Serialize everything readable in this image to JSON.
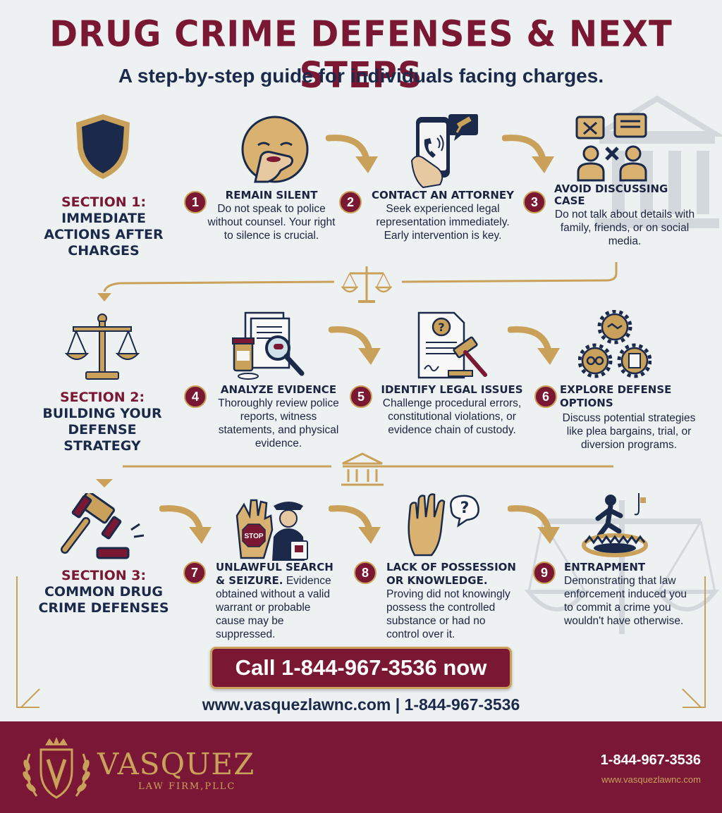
{
  "title": "DRUG CRIME DEFENSES & NEXT STEPS",
  "subtitle": "A step-by-step guide for individuals facing charges.",
  "sections": [
    {
      "number": "SECTION 1:",
      "name": "IMMEDIATE ACTIONS AFTER CHARGES"
    },
    {
      "number": "SECTION 2:",
      "name": "BUILDING YOUR DEFENSE STRATEGY"
    },
    {
      "number": "SECTION 3:",
      "name": "COMMON DRUG CRIME DEFENSES"
    }
  ],
  "steps": [
    {
      "num": "1",
      "title": "REMAIN SILENT",
      "body": "Do not speak to police without counsel. Your right to silence is crucial."
    },
    {
      "num": "2",
      "title": "CONTACT AN ATTORNEY",
      "body": "Seek experienced legal representation immediately. Early intervention is key."
    },
    {
      "num": "3",
      "title": "AVOID DISCUSSING CASE",
      "body": "Do not talk about details with family, friends, or on social media."
    },
    {
      "num": "4",
      "title": "ANALYZE EVIDENCE",
      "body": "Thoroughly review police reports, witness statements, and physical evidence."
    },
    {
      "num": "5",
      "title": "IDENTIFY LEGAL ISSUES",
      "body": "Challenge procedural errors, constitutional violations, or evidence chain of custody."
    },
    {
      "num": "6",
      "title": "EXPLORE DEFENSE OPTIONS",
      "body": "Discuss potential strategies like plea bargains, trial, or diversion programs."
    },
    {
      "num": "7",
      "title": "UNLAWFUL SEARCH & SEIZURE.",
      "body": "Evidence obtained without a valid warrant or probable cause may be suppressed."
    },
    {
      "num": "8",
      "title": "LACK OF POSSESSION OR KNOWLEDGE.",
      "body": "Proving did not knowingly possess the controlled substance or had no control over it."
    },
    {
      "num": "9",
      "title": "ENTRAPMENT",
      "body": "Demonstrating that law enforcement induced you to commit a crime you wouldn't have otherwise."
    }
  ],
  "stop_sign_text": "STOP",
  "cta": {
    "label": "Call 1-844-967-3536 now"
  },
  "contact_line": "www.vasquezlawnc.com | 1-844-967-3536",
  "footer": {
    "brand": "VASQUEZ",
    "brand_sub": "LAW FIRM,PLLC",
    "phone": "1-844-967-3536",
    "url": "www.vasquezlawnc.com"
  },
  "colors": {
    "burgundy": "#7a1732",
    "navy": "#1b2a4a",
    "gold": "#c9a15a",
    "background": "#eef1f2"
  },
  "icons": [
    "shield-icon",
    "silence-icon",
    "phone-icon",
    "no-discussion-icon",
    "scales-icon",
    "evidence-icon",
    "legal-document-icon",
    "gears-icon",
    "gavel-icon",
    "stop-police-icon",
    "hand-question-icon",
    "trap-icon",
    "courthouse-icon"
  ]
}
